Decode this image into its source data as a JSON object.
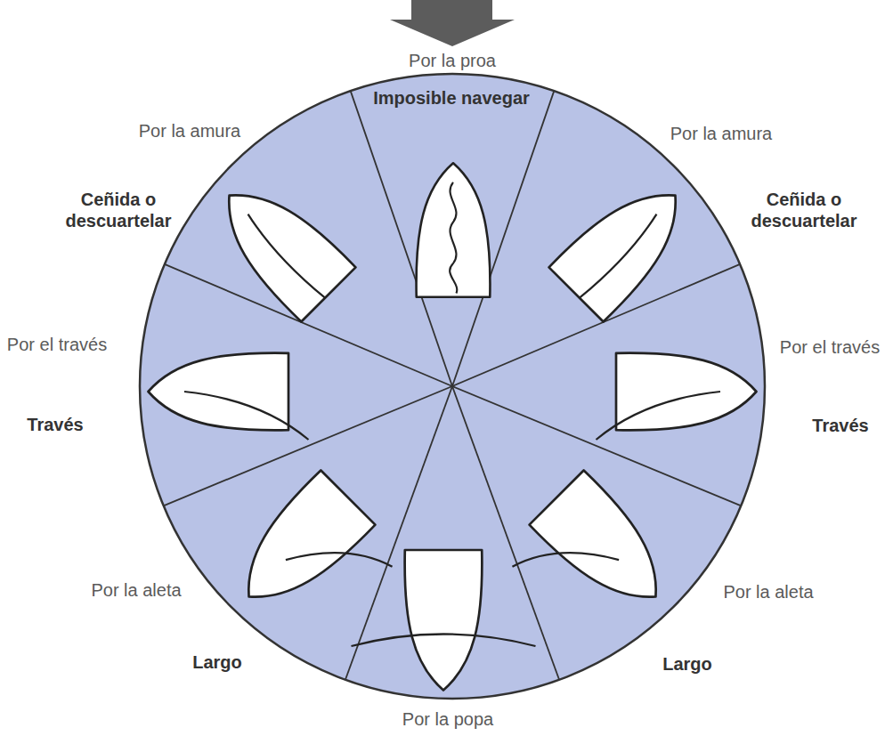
{
  "diagram": {
    "labels": [
      "Por la proa",
      "Por la amura",
      "Imposible navegar",
      "Por la amura",
      "Ceñida o descuartelar",
      "Ceñida o descuartelar",
      "Por el través",
      "Por el través",
      "Través",
      "Través",
      "Por la aleta",
      "Por la aleta",
      "Largo",
      "Largo",
      "Por la popa"
    ]
  }
}
